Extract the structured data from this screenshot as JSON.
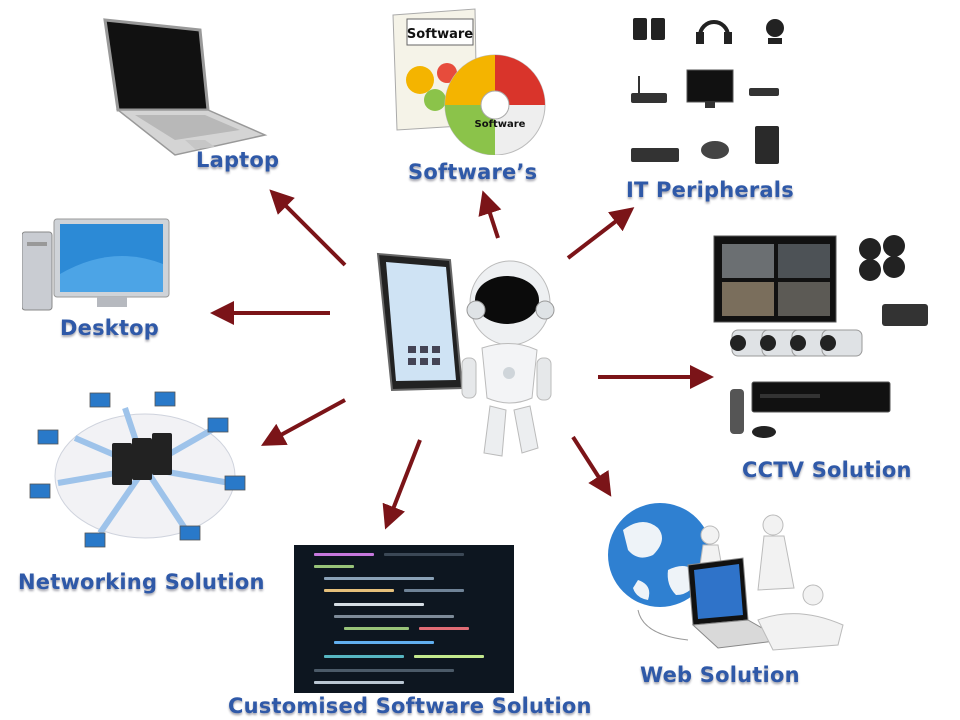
{
  "diagram": {
    "nodes": [
      {
        "id": "laptop",
        "label": "Laptop",
        "icon": "laptop-icon"
      },
      {
        "id": "software",
        "label": "Software’s",
        "icon": "software-box-icon"
      },
      {
        "id": "it-peripherals",
        "label": "IT Peripherals",
        "icon": "peripherals-icon"
      },
      {
        "id": "desktop",
        "label": "Desktop",
        "icon": "desktop-computer-icon"
      },
      {
        "id": "cctv",
        "label": "CCTV Solution",
        "icon": "cctv-camera-icon"
      },
      {
        "id": "networking",
        "label": "Networking Solution",
        "icon": "network-server-icon"
      },
      {
        "id": "custom-software",
        "label": "Customised Software Solution",
        "icon": "code-screen-icon"
      },
      {
        "id": "web",
        "label": "Web Solution",
        "icon": "globe-icon"
      }
    ],
    "center": {
      "id": "robot",
      "icon": "robot-with-tablet-icon"
    },
    "illustration_text": {
      "software_box": "Software",
      "software_disc": "Software"
    },
    "colors": {
      "label": "#2f59a8",
      "arrow": "#7b1418"
    }
  }
}
